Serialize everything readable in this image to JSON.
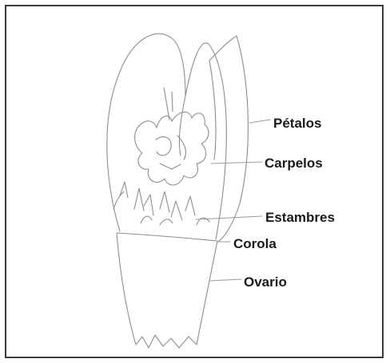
{
  "diagram": {
    "labels": {
      "petalos": "Pétalos",
      "carpelos": "Carpelos",
      "estambres": "Estambres",
      "corola": "Corola",
      "ovario": "Ovario"
    },
    "colors": {
      "border": "#3a3a3a",
      "sketch": "#8e8e8e",
      "text": "#1a1a1a"
    }
  }
}
